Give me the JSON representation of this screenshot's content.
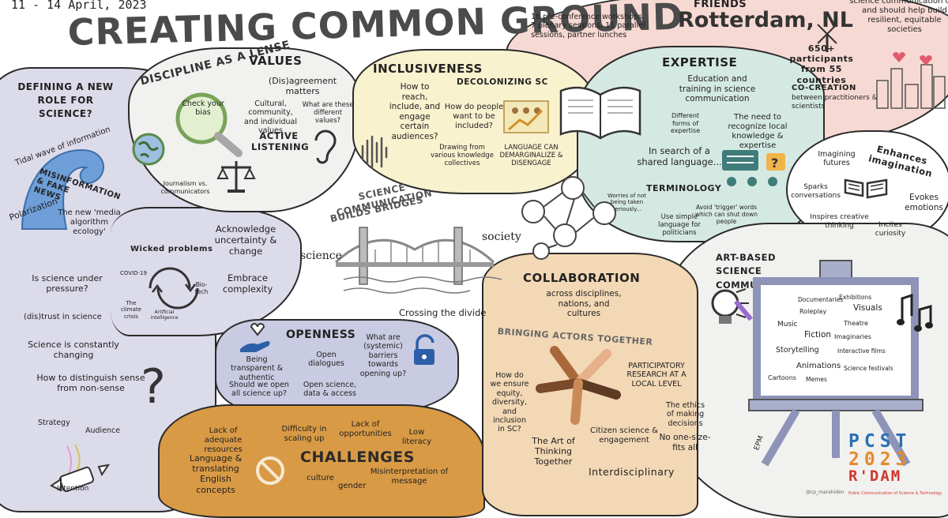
{
  "header": {
    "date": "11 - 14 April, 2023",
    "title": "CREATING COMMON GROUND",
    "location": "Rotterdam, NL",
    "friends_label": "FRIENDS",
    "program": "16 pre-conference workshops, 7 plenary sessions, 11 parallel sessions, partner lunches",
    "resilience": "science communication can and should help build resilient, equitable societies",
    "participants": "650+ participants from 55 countries",
    "cocreation_title": "CO-CREATION",
    "cocreation_text": "between practitioners & scientists"
  },
  "values": {
    "title": "VALUES",
    "lense": "DISCIPLINE AS A LENSE",
    "check_bias": "Check your bias",
    "disagreement": "(Dis)agreement matters",
    "cultural": "Cultural, community, and individual values",
    "different_values": "What are these different values?",
    "active_listening": "ACTIVE LISTENING",
    "journalism": "Journalism vs. communicators"
  },
  "inclusiveness": {
    "title": "INCLUSIVENESS",
    "decolonizing": "DECOLONIZING SC",
    "reach": "How to reach, include, and engage certain audiences?",
    "how_people": "How do people want to be included?",
    "drawing": "Drawing from various knowledge collectives",
    "language": "LANGUAGE CAN DEMARGINALIZE & DISENGAGE"
  },
  "expertise": {
    "title": "EXPERTISE",
    "education": "Education and training in science communication",
    "forms": "Different forms of expertise",
    "local": "The need to recognize local knowledge & expertise",
    "shared_language": "In search of a shared language...",
    "terminology": "TERMINOLOGY",
    "worries": "Worries of not being taken seriously...",
    "avoid": "Avoid 'trigger' words which can shut down people",
    "simple": "Use simple language for politicians"
  },
  "imagination": {
    "title": "Enhances imagination",
    "futures": "Imagining futures",
    "sparks": "Sparks conversations",
    "emotions": "Evokes emotions",
    "creative": "Inspires creative thinking",
    "curiosity": "Incites curiosity"
  },
  "defining": {
    "title": "DEFINING A NEW ROLE FOR SCIENCE?",
    "tidal": "Tidal wave of information",
    "misinformation": "MISINFORMATION & FAKE NEWS",
    "polarization": "Polarization",
    "media": "The new 'media algorithm ecology'",
    "wicked": "Wicked problems",
    "covid": "COVID-19",
    "biotech": "Bio-tech",
    "climate": "The climate crisis",
    "ai": "Artificial intelligence",
    "pressure": "Is science under pressure?",
    "distrust": "(dis)trust in science",
    "changing": "Science is constantly changing",
    "distinguish": "How to distinguish sense from non-sense",
    "strategy": "Strategy",
    "audience": "Audience",
    "intention": "Intention",
    "acknowledge": "Acknowledge uncertainty & change",
    "embrace": "Embrace complexity"
  },
  "bridges": {
    "title_line1": "SCIENCE COMMUNICATION",
    "title_line2": "BUILDS BRIDGES",
    "science": "science",
    "society": "society",
    "crossing": "Crossing the divide"
  },
  "openness": {
    "title": "OPENNESS",
    "transparent": "Being transparent & authentic",
    "dialogues": "Open dialogues",
    "barriers": "What are (systemic) barriers towards opening up?",
    "should_open": "Should we open all science up?",
    "open_science": "Open science, data & access"
  },
  "challenges": {
    "title": "CHALLENGES",
    "resources": "Lack of adequate resources",
    "scaling": "Difficulty in scaling up",
    "opportunities": "Lack of opportunities",
    "literacy": "Low literacy",
    "language": "Language & translating English concepts",
    "culture": "culture",
    "gender": "gender",
    "misinterpretation": "Misinterpretation of message"
  },
  "collaboration": {
    "title": "COLLABORATION",
    "across": "across disciplines, nations, and cultures",
    "actors": "BRINGING ACTORS TOGETHER",
    "equity": "How do we ensure equity, diversity, and inclusion in SC?",
    "participatory": "PARTICIPATORY RESEARCH AT A LOCAL LEVEL",
    "ethics": "The ethics of making decisions",
    "no_one_size": "No one-size-fits all",
    "art_thinking": "The Art of Thinking Together",
    "citizen": "Citizen science & engagement",
    "interdisciplinary": "Interdisciplinary"
  },
  "art": {
    "title": "ART-BASED SCIENCE COMMUNICATION",
    "documentaries": "Documentaries",
    "exhibitions": "Exhibitions",
    "roleplay": "Roleplay",
    "visuals": "Visuals",
    "music": "Music",
    "theatre": "Theatre",
    "fiction": "Fiction",
    "imaginaries": "Imaginaries",
    "storytelling": "Storytelling",
    "interactive": "Interactive films",
    "animations": "Animations",
    "festivals": "Science festivals",
    "cartoons": "Cartoons",
    "memes": "Memes",
    "signature": "EPM"
  },
  "footer": {
    "handle": "@cp_marahiden",
    "logo_line1": "PCST",
    "logo_line2": "2023",
    "logo_line3": "R'DAM",
    "logo_caption": "Public Communication of Science & Technology"
  },
  "colors": {
    "pink": "#f7d9d3",
    "lavender": "#dcdbea",
    "cream": "#f9f2cf",
    "mint": "#d5e9e3",
    "orange": "#d99a45",
    "tan": "#f3d8b5",
    "periwinkle": "#c9cbe2",
    "logo_blue": "#2a6fb5",
    "logo_orange": "#e58a2a",
    "logo_red": "#d0372f",
    "logo_pink": "#e25b8a"
  }
}
